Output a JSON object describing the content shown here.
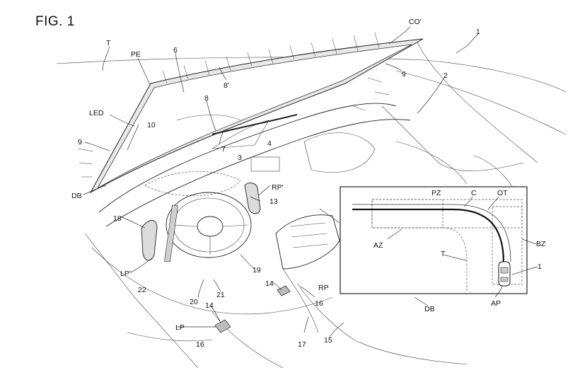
{
  "figure": {
    "title": "FIG. 1"
  },
  "labels": {
    "co_prime": "CO'",
    "one_top": "1",
    "t_left": "T",
    "pe": "PE",
    "six": "6",
    "eight_prime": "8'",
    "nine_right": "9",
    "two": "2",
    "eight": "8",
    "led": "LED",
    "ten": "10",
    "nine_left": "9",
    "seven": "7",
    "three": "3",
    "four": "4",
    "rp_prime": "RP'",
    "thirteen": "13",
    "db_left": "DB",
    "eighteen": "18",
    "lp_prime": "LP'",
    "twenty_two": "22",
    "nineteen": "19",
    "twenty": "20",
    "twenty_one": "21",
    "fourteen_mid": "14",
    "fourteen_left": "14",
    "rp": "RP",
    "sixteen_right": "16",
    "lp": "LP",
    "sixteen_left": "16",
    "seventeen": "17",
    "fifteen": "15",
    "db_bottom": "DB"
  },
  "inset": {
    "pz": "PZ",
    "c": "C",
    "ot": "OT",
    "az": "AZ",
    "bz": "BZ",
    "t": "T",
    "one": "1",
    "ap": "AP"
  }
}
